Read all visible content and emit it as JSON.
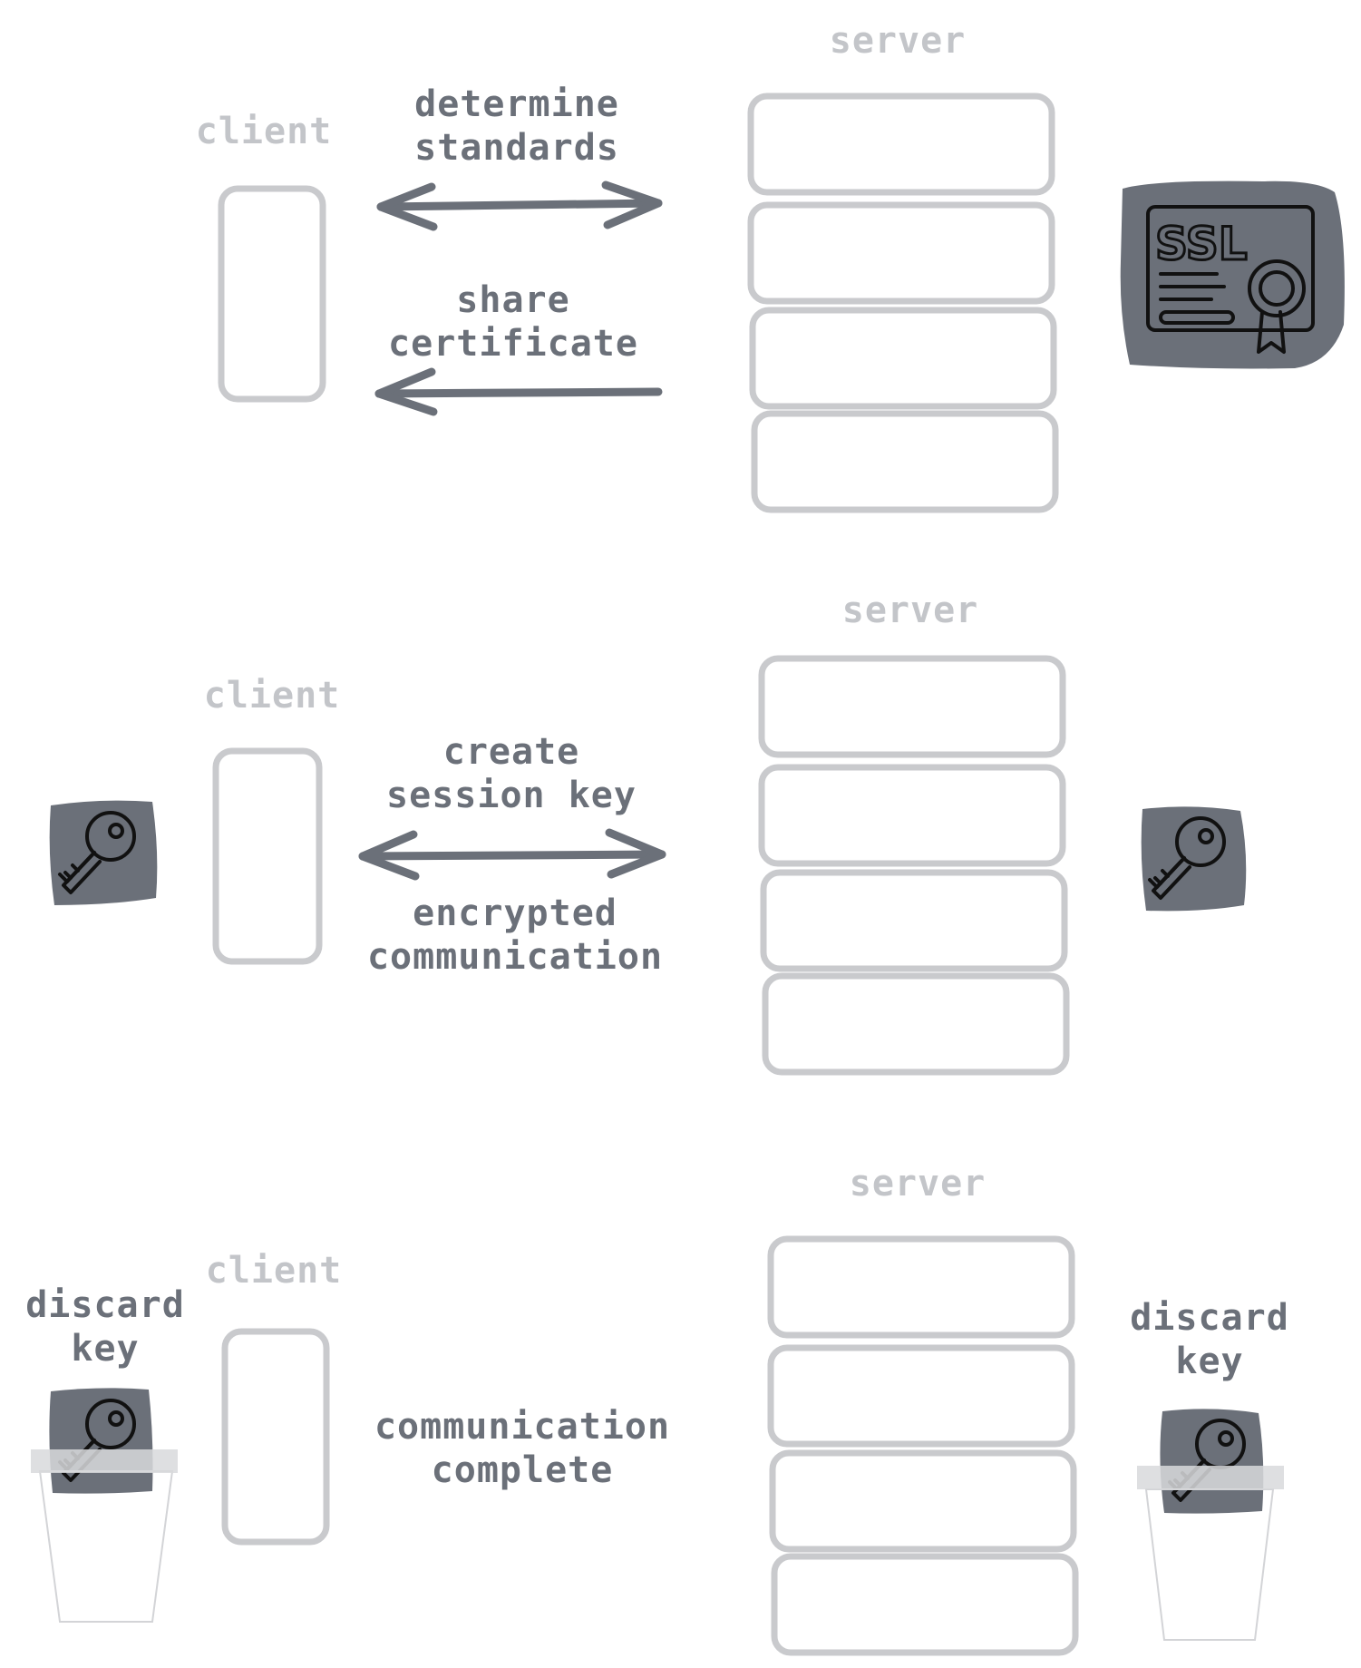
{
  "colors": {
    "text": "#6b7079",
    "faint_text": "#c3c5c9",
    "box_stroke": "#c9cacd",
    "arrow": "#6b7079",
    "icon_bg": "#6b7079"
  },
  "icons": [
    "ssl-certificate-icon",
    "key-icon",
    "trash-bin-icon"
  ],
  "steps": [
    {
      "client_label": "client",
      "server_label": "server",
      "arrow_top": [
        "determine",
        "standards"
      ],
      "arrow_bottom": [
        "share",
        "certificate"
      ],
      "certificate_text": "SSL"
    },
    {
      "client_label": "client",
      "server_label": "server",
      "arrow_top": [
        "create",
        "session key"
      ],
      "arrow_bottom": [
        "encrypted",
        "communication"
      ]
    },
    {
      "client_label": "client",
      "server_label": "server",
      "middle": [
        "communication",
        "complete"
      ],
      "client_discard": [
        "discard",
        "key"
      ],
      "server_discard": [
        "discard",
        "key"
      ]
    }
  ]
}
